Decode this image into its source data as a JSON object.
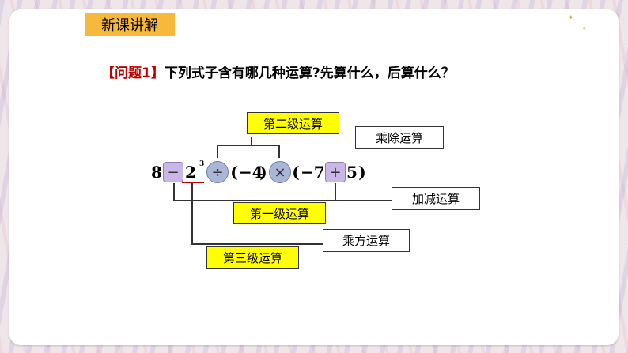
{
  "section_tag": "新课讲解",
  "question": {
    "label": "【问题1】",
    "text": "下列式子含有哪几种运算?先算什么，后算什么？"
  },
  "labels": {
    "second_level": "第二级运算",
    "mul_div": "乘除运算",
    "first_level": "第一级运算",
    "add_sub": "加减运算",
    "power": "乘方运算",
    "third_level": "第三级运算"
  },
  "expression": {
    "eight": "8",
    "minus": "−",
    "two": "2",
    "exp": "3",
    "divide": "÷",
    "lparen1": "(",
    "neg4": "−4",
    "rparen1": ")",
    "times": "×",
    "lparen2": "(",
    "neg7": "−7",
    "plus": "+",
    "five": "5",
    "rparen2": ")"
  },
  "colors": {
    "tag_bg": "#f6b93b",
    "yellow_box": "#ffff00",
    "square_op": "#c9b7e8",
    "circle_op": "#aab6d8",
    "question_label": "#c00000"
  }
}
